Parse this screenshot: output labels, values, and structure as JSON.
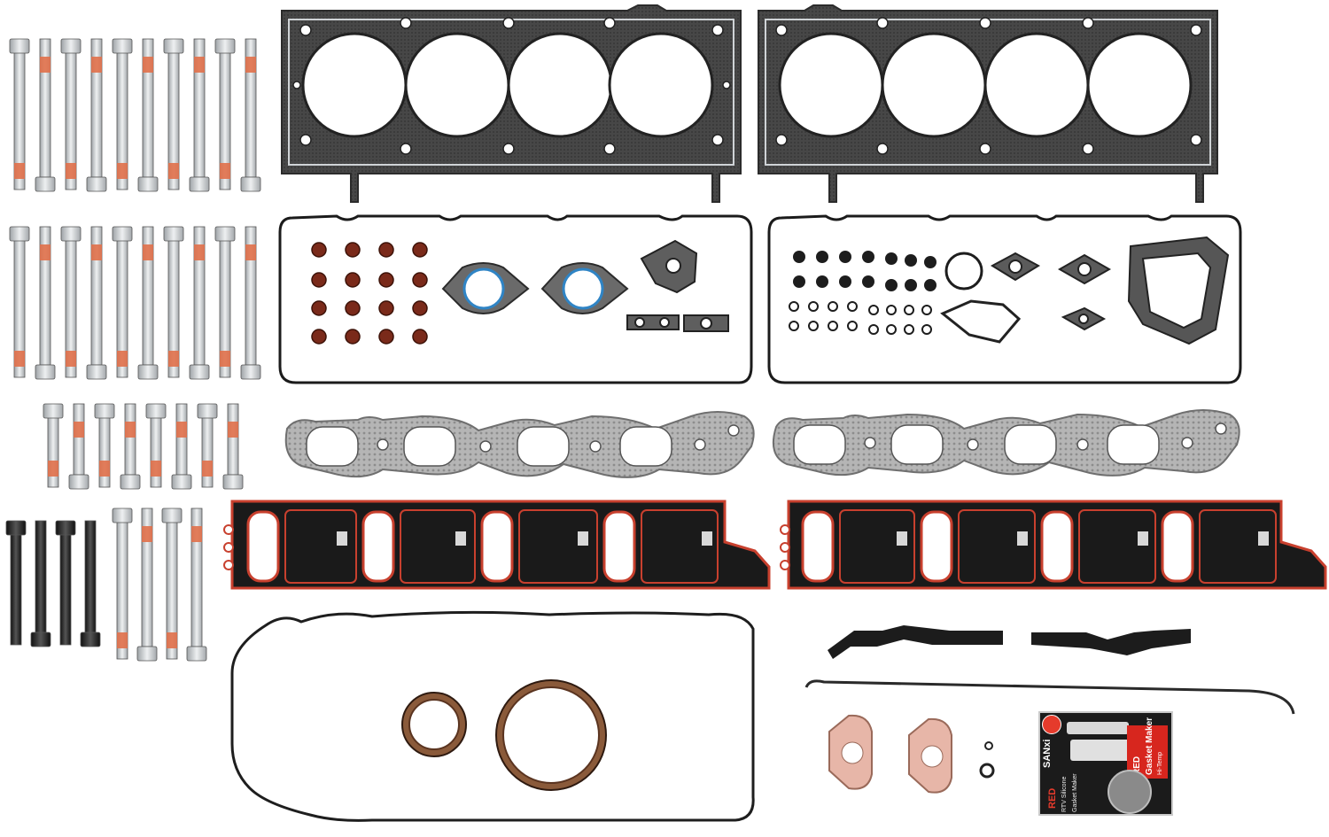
{
  "package": {
    "brand": "SANxi",
    "red_label": "RED",
    "line1": "RTV Silicone",
    "line2": "Gasket Maker",
    "tube_text_1": "RED",
    "tube_text_2": "Gasket Maker",
    "tube_text_3": "Hi-Temp"
  },
  "colors": {
    "head_gasket": "#4a4a4a",
    "bolt_steel": "#cfd3d6",
    "bolt_thread_orange": "#e0704a",
    "bolt_black": "#1e1e1e",
    "intake_red": "#c8402e",
    "valve_seal": "#7a2a1a",
    "exhaust_gray": "#a9a9a9"
  }
}
